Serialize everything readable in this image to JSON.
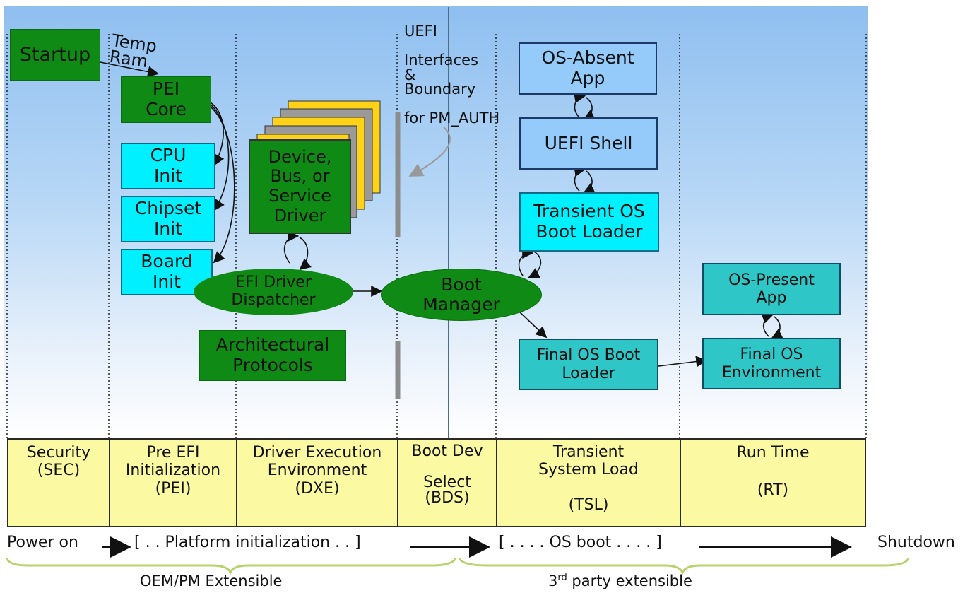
{
  "boxes": {
    "startup": "Startup",
    "temp_ram": "Temp\nRam",
    "pei_core": "PEI\nCore",
    "cpu_init": "CPU\nInit",
    "chipset_init": "Chipset\nInit",
    "board_init": "Board\nInit",
    "driver": "Device,\nBus, or\nService\nDriver",
    "efi_dispatcher": "EFI Driver\nDispatcher",
    "arch_protocols": "Architectural\nProtocols",
    "boundary_note": "UEFI\n\nInterfaces\n&\nBoundary\n\nfor PM_AUTH",
    "boot_manager": "Boot\nManager",
    "os_absent": "OS-Absent\nApp",
    "uefi_shell": "UEFI Shell",
    "transient_loader": "Transient OS\nBoot Loader",
    "final_loader": "Final OS Boot\nLoader",
    "os_present": "OS-Present\nApp",
    "final_env": "Final OS\nEnvironment"
  },
  "phases": [
    {
      "label": "Security\n(SEC)"
    },
    {
      "label": "Pre EFI\nInitialization\n(PEI)"
    },
    {
      "label": "Driver Execution\nEnvironment\n(DXE)"
    },
    {
      "label": "Boot Dev\n\nSelect\n(BDS)"
    },
    {
      "label": "Transient\nSystem Load\n\n(TSL)"
    },
    {
      "label": "Run Time\n\n(RT)"
    }
  ],
  "timeline": {
    "power_on": "Power on",
    "platform_init": "[ . . Platform initialization . . ]",
    "os_boot": "[ . . . . OS boot . . . . ]",
    "shutdown": "Shutdown"
  },
  "extensible": {
    "oem": "OEM/PM Extensible",
    "third_party": "3",
    "third_party_sup": "rd",
    "third_party_rest": " party extensible"
  },
  "colors": {
    "green": "#0f8a14",
    "cyan": "#00f0ff",
    "light_blue": "#94cbfa",
    "teal": "#2fc6c8",
    "phase_yellow": "#fbf9a2",
    "driver_stack_yellow": "#ffd21a",
    "driver_stack_gray": "#9a9a9a"
  }
}
